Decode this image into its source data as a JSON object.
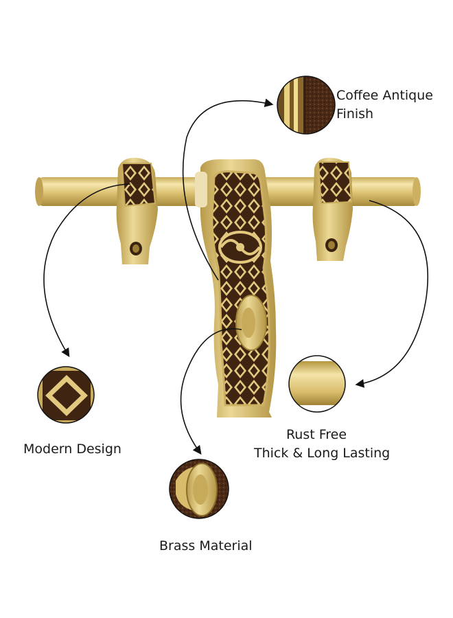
{
  "colors": {
    "brass_light": "#f3e3a6",
    "brass_mid": "#d4b869",
    "brass_dark": "#9c8036",
    "coffee": "#4a2a16",
    "arrow": "#111111",
    "background": "#ffffff"
  },
  "callouts": {
    "coffee_finish": {
      "line1": "Coffee Antique",
      "line2": "Finish"
    },
    "modern_design": {
      "text": "Modern Design"
    },
    "rust_free": {
      "line1": "Rust Free",
      "line2": "Thick & Long Lasting"
    },
    "brass_material": {
      "text": "Brass Material"
    }
  }
}
